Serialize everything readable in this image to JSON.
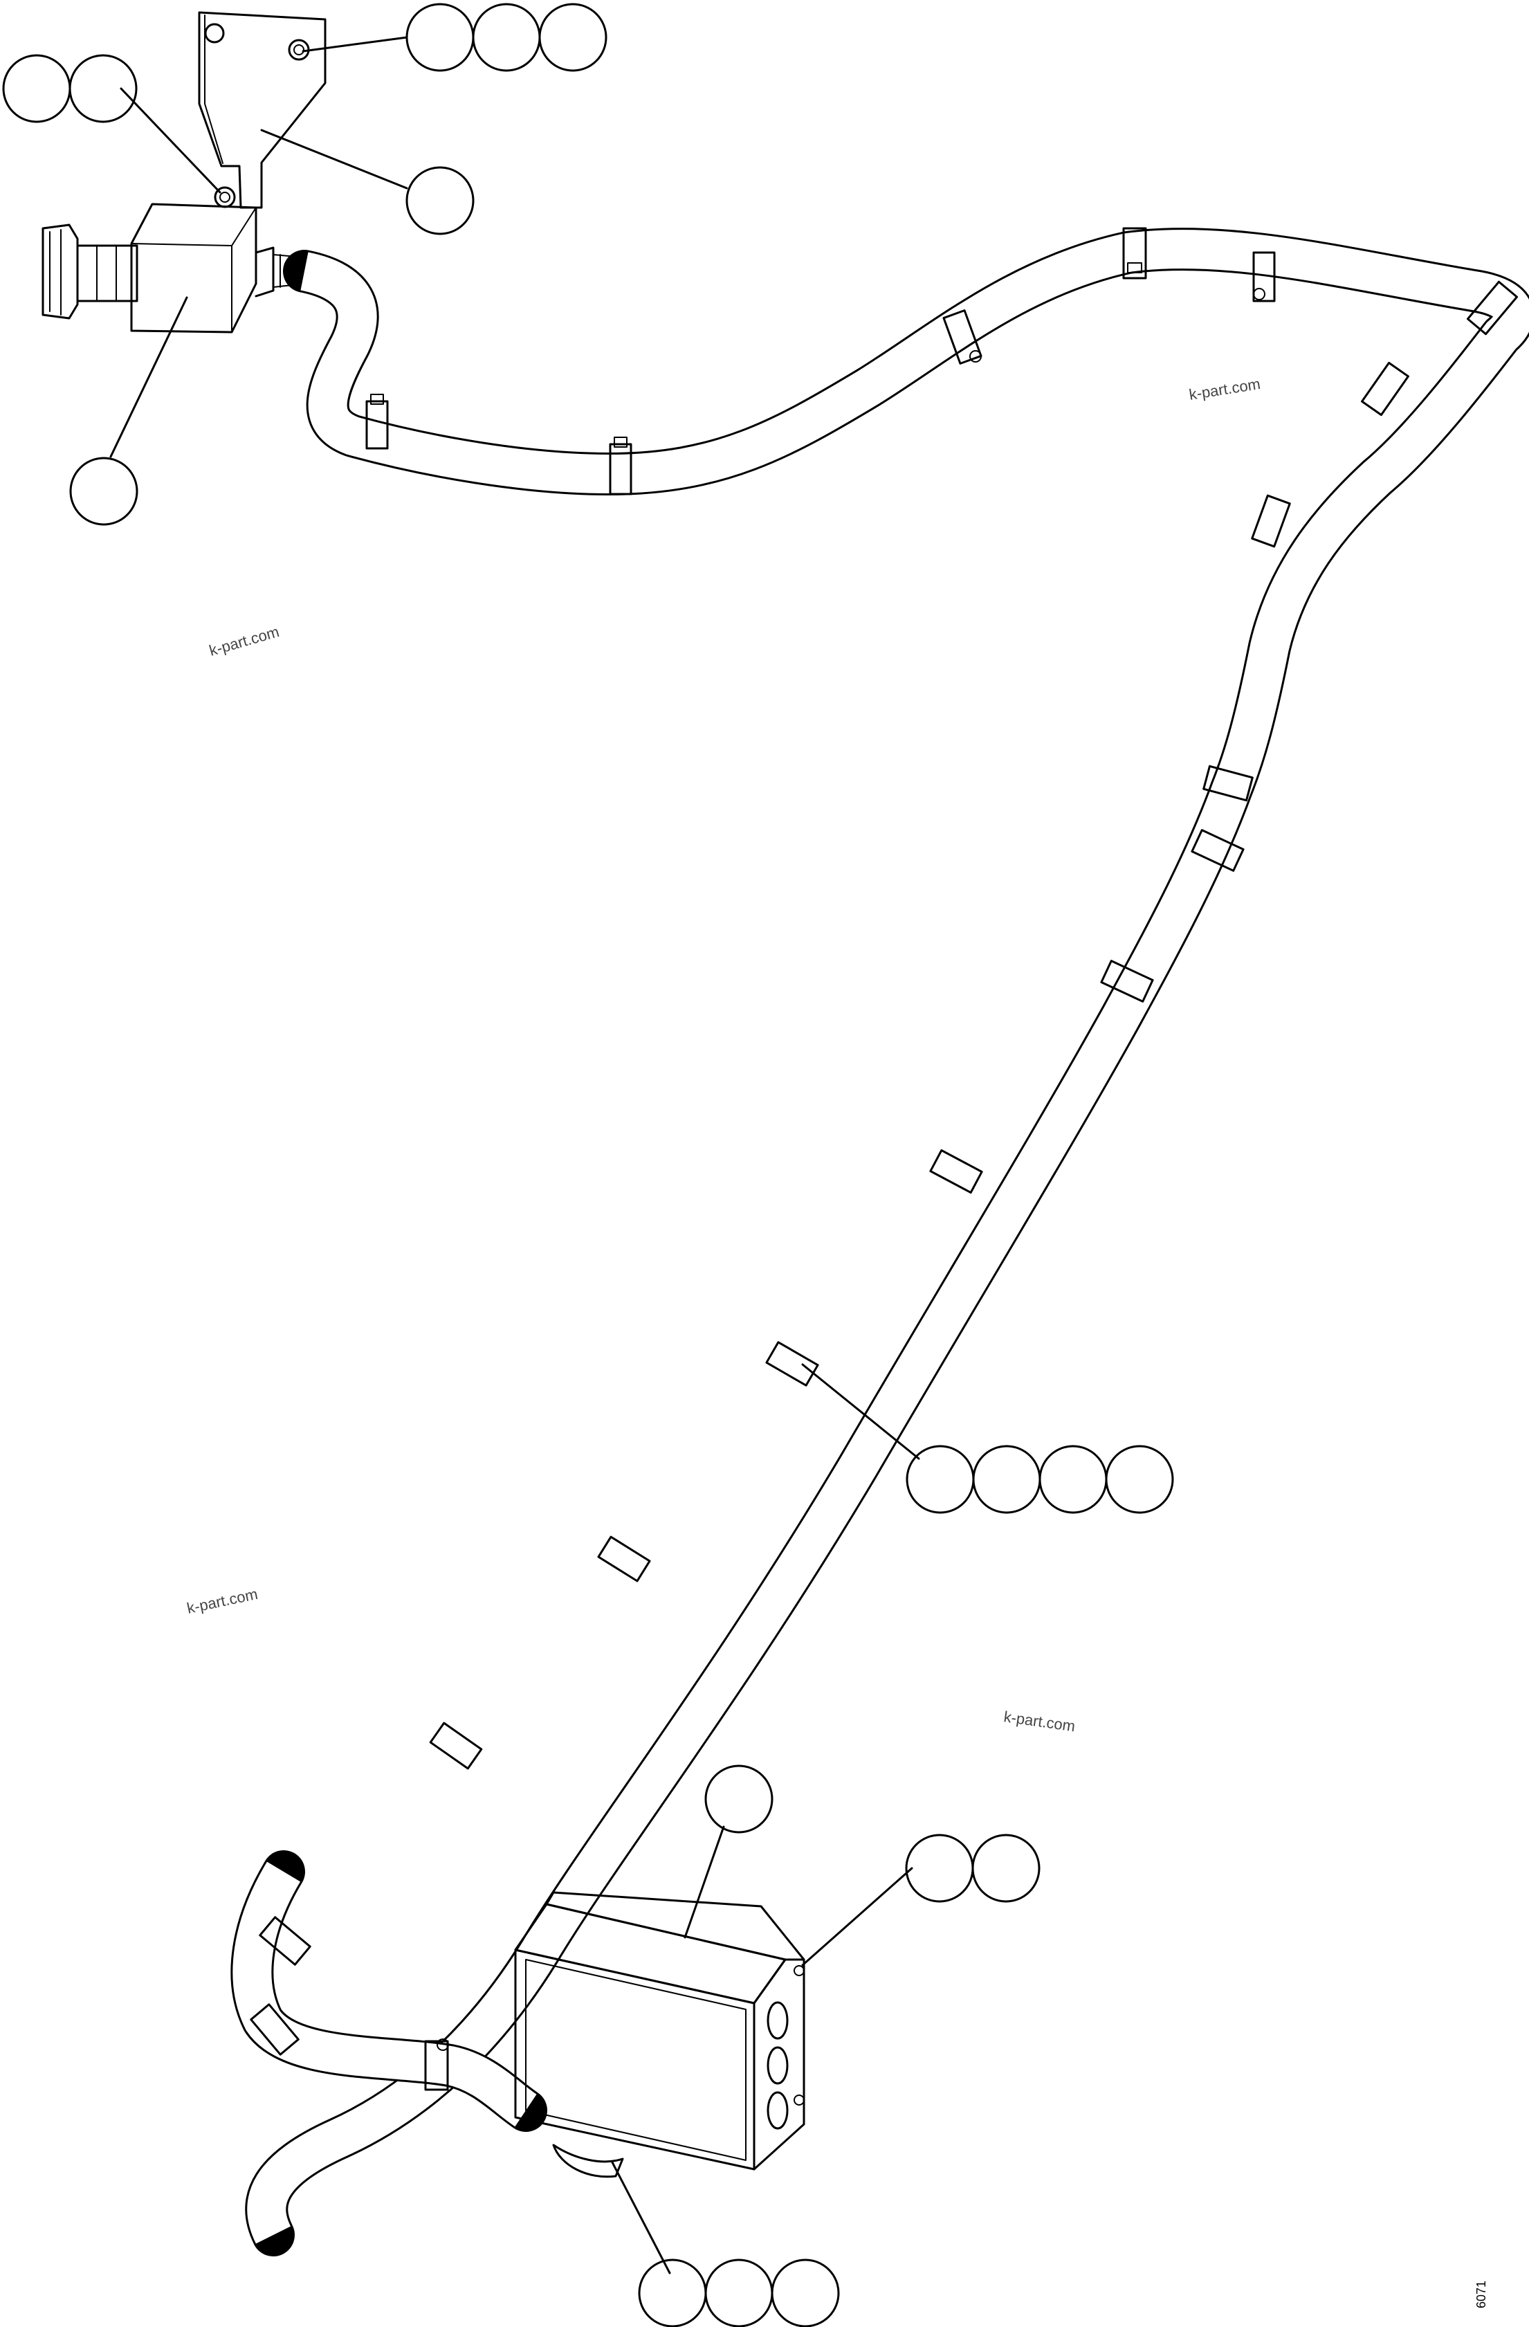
{
  "watermarks": [
    "k-part.com",
    "k-part.com",
    "k-part.com",
    "k-part.com"
  ],
  "figure_ref": "6071",
  "callouts": {
    "nut_washer_group": {
      "count": 3
    },
    "bracket_fastener_group": {
      "count": 2
    },
    "bracket": {
      "count": 1
    },
    "connector_socket": {
      "count": 1
    },
    "harness_clip_group": {
      "count": 4
    },
    "junction_box": {
      "count": 1
    },
    "box_fastener_group": {
      "count": 2
    },
    "box_gland_group": {
      "count": 3
    }
  },
  "colors": {
    "ink": "#000000",
    "background": "#ffffff",
    "watermark": "#444444"
  }
}
